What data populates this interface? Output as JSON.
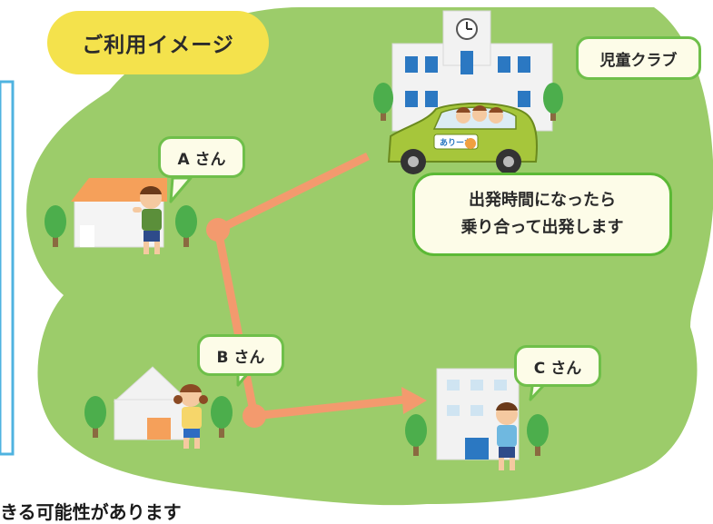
{
  "title": "ご利用イメージ",
  "club_label": "児童クラブ",
  "departure_note": [
    "出発時間になったら",
    "乗り合って出発します"
  ],
  "persons": {
    "a": "A さん",
    "b": "B さん",
    "c": "C さん"
  },
  "car_sign": "ありーな",
  "bottom_text": "きる可能性があります",
  "colors": {
    "field": "#9ccc6a",
    "route": "#f39a6e",
    "badge": "#f4e24c",
    "bubble_border": "#6fbf4a"
  }
}
